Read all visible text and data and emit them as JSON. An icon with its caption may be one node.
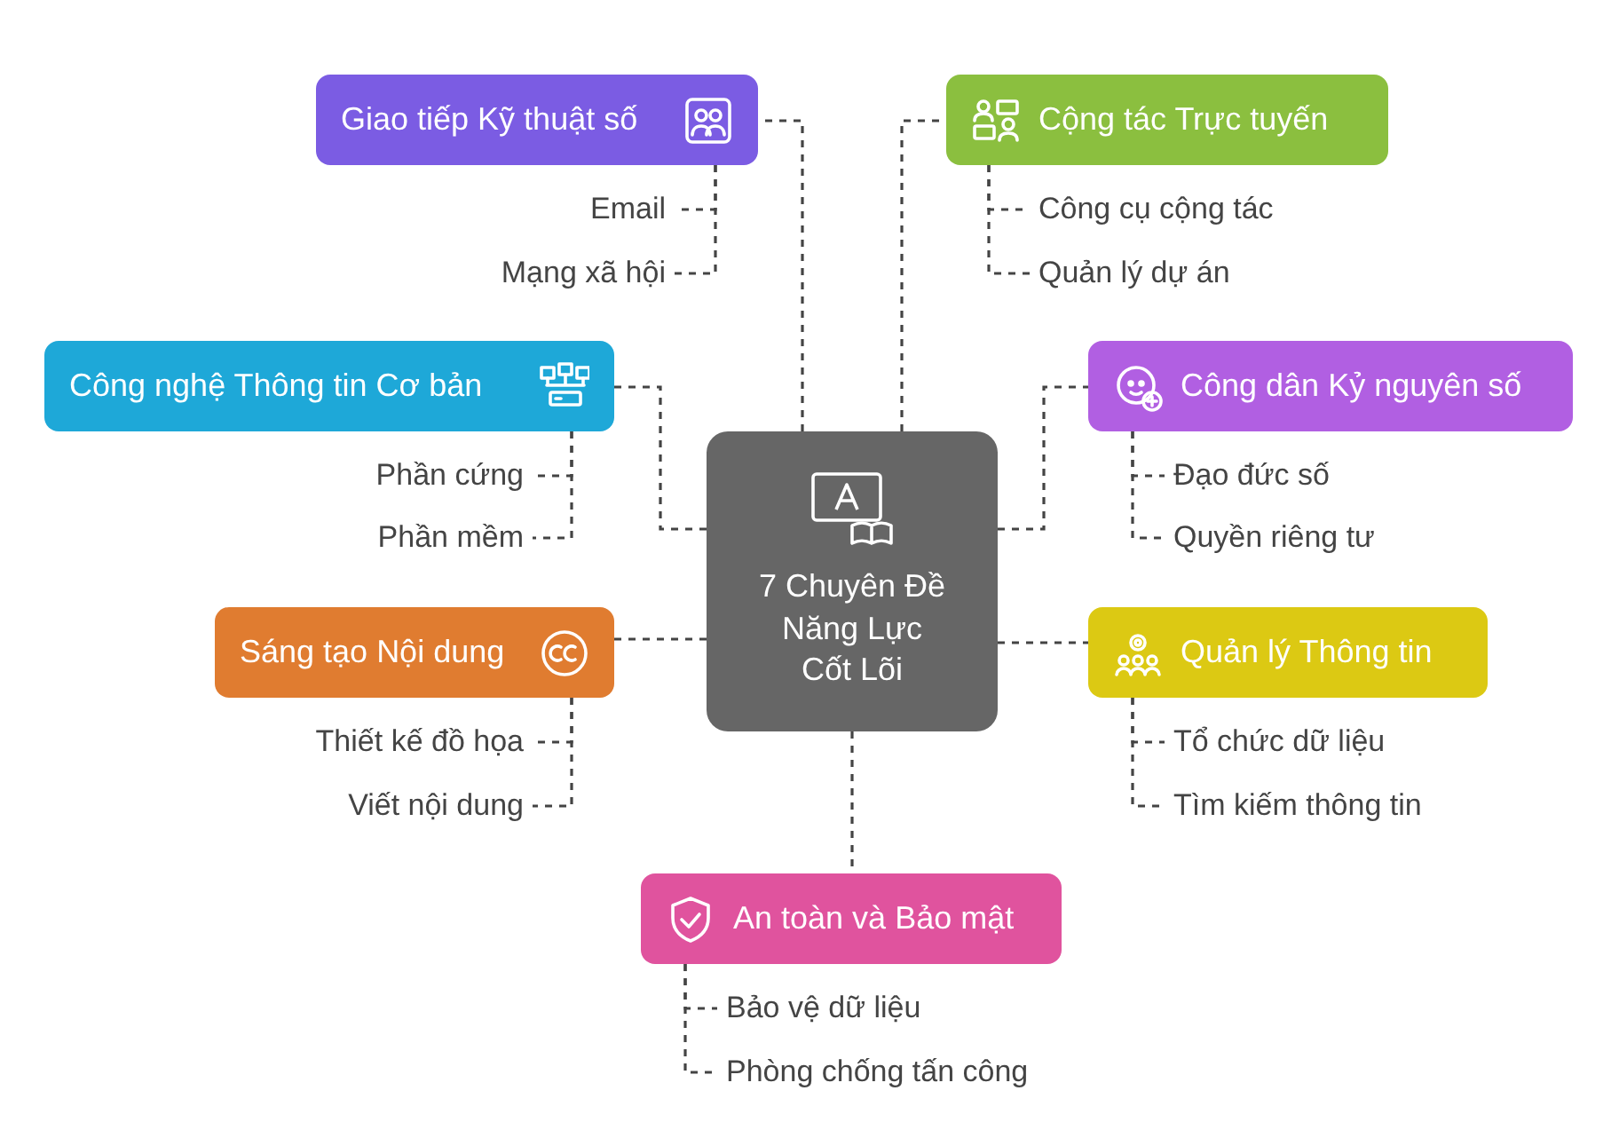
{
  "diagram": {
    "nodes": [
      {
        "text": [
          "7 Chuyên Đề Năng Lực Cốt Lõi"
        ]
      },
      {
        "text": [
          "Giao tiếp Kỹ thuật số"
        ]
      },
      {
        "text": [
          "Email"
        ]
      },
      {
        "text": [
          "Mạng xã hội"
        ]
      },
      {
        "text": [
          "Cộng tác Trực tuyến"
        ]
      },
      {
        "text": [
          "Công cụ cộng tác"
        ]
      },
      {
        "text": [
          "Quản lý dự án"
        ]
      },
      {
        "text": [
          "Công nghệ Thông tin Cơ bản"
        ]
      },
      {
        "text": [
          "Phần cứng"
        ]
      },
      {
        "text": [
          "Phần mềm"
        ]
      },
      {
        "text": [
          "Công dân Kỷ nguyên số"
        ]
      },
      {
        "text": [
          "Đạo đức số"
        ]
      },
      {
        "text": [
          "Quyền riêng tư"
        ]
      },
      {
        "text": [
          "Sáng tạo Nội dung"
        ]
      },
      {
        "text": [
          "Thiết kế đồ họa"
        ]
      },
      {
        "text": [
          "Viết nội dung"
        ]
      },
      {
        "text": [
          "Quản lý Thông tin"
        ]
      },
      {
        "text": [
          "Tổ chức dữ liệu"
        ]
      },
      {
        "text": [
          "Tìm kiếm thông tin"
        ]
      },
      {
        "text": [
          "An toàn và Bảo mật"
        ]
      },
      {
        "text": [
          "Bảo vệ dữ liệu"
        ]
      },
      {
        "text": [
          "Phòng chống tấn công"
        ]
      }
    ],
    "edges": [
      {
        "from": 0,
        "to": 1,
        "arrow": "none",
        "style": "dashed"
      },
      {
        "from": 1,
        "to": 2,
        "arrow": "none",
        "style": "dashed"
      },
      {
        "from": 1,
        "to": 3,
        "arrow": "none",
        "style": "dashed"
      },
      {
        "from": 0,
        "to": 4,
        "arrow": "none",
        "style": "dashed"
      },
      {
        "from": 4,
        "to": 5,
        "arrow": "none",
        "style": "dashed"
      },
      {
        "from": 4,
        "to": 6,
        "arrow": "none",
        "style": "dashed"
      },
      {
        "from": 0,
        "to": 7,
        "arrow": "none",
        "style": "dashed"
      },
      {
        "from": 7,
        "to": 8,
        "arrow": "none",
        "style": "dashed"
      },
      {
        "from": 7,
        "to": 9,
        "arrow": "none",
        "style": "dashed"
      },
      {
        "from": 0,
        "to": 10,
        "arrow": "none",
        "style": "dashed"
      },
      {
        "from": 10,
        "to": 11,
        "arrow": "none",
        "style": "dashed"
      },
      {
        "from": 10,
        "to": 12,
        "arrow": "none",
        "style": "dashed"
      },
      {
        "from": 0,
        "to": 13,
        "arrow": "none",
        "style": "dashed"
      },
      {
        "from": 13,
        "to": 14,
        "arrow": "none",
        "style": "dashed"
      },
      {
        "from": 13,
        "to": 15,
        "arrow": "none",
        "style": "dashed"
      },
      {
        "from": 0,
        "to": 16,
        "arrow": "none",
        "style": "dashed"
      },
      {
        "from": 16,
        "to": 17,
        "arrow": "none",
        "style": "dashed"
      },
      {
        "from": 16,
        "to": 18,
        "arrow": "none",
        "style": "dashed"
      },
      {
        "from": 0,
        "to": 19,
        "arrow": "none",
        "style": "dashed"
      },
      {
        "from": 19,
        "to": 20,
        "arrow": "none",
        "style": "dashed"
      },
      {
        "from": 19,
        "to": 21,
        "arrow": "none",
        "style": "dashed"
      }
    ]
  }
}
